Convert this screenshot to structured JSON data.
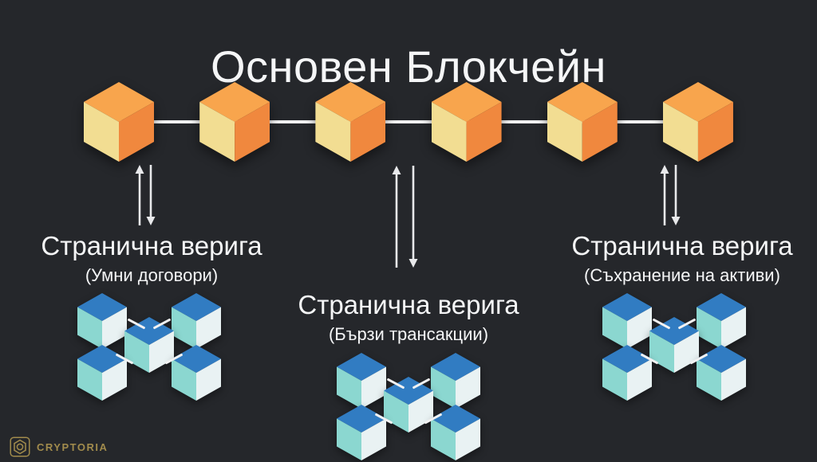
{
  "title": "Основен Блокчейн",
  "main_chain": {
    "block_count": 6
  },
  "side_chain_block_count": 5,
  "side_chains": [
    {
      "label": "Странична верига",
      "sublabel": "(Умни договори)"
    },
    {
      "label": "Странична верига",
      "sublabel": "(Бързи трансакции)"
    },
    {
      "label": "Странична верига",
      "sublabel": "(Съхранение на активи)"
    }
  ],
  "logo": {
    "text": "CRYPTORIA"
  },
  "colors": {
    "background": "#25272b",
    "text": "#f5f6f7",
    "chain_line": "#f2f2f2",
    "arrow": "#e8e9eb",
    "logo_gold": "#a18b4c",
    "main_cube": {
      "top": "#f8a54d",
      "left": "#f2dd92",
      "right": "#f0883e"
    },
    "side_cube": {
      "top": "#317cc2",
      "left": "#8bd7d0",
      "right": "#e9f2f3"
    }
  }
}
